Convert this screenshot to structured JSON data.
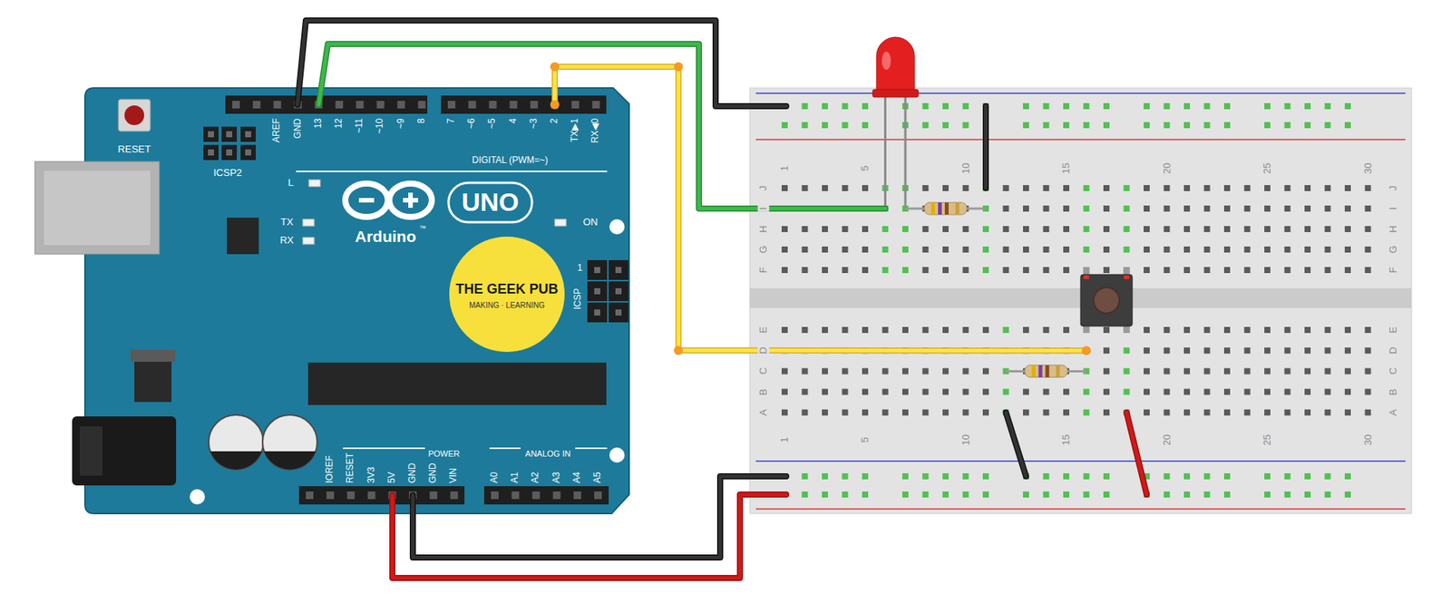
{
  "diagram": {
    "labels": [
      "RESET",
      "ICSP2",
      "AREF",
      "GND",
      "13",
      "12",
      "~11",
      "~10",
      "~9",
      "8",
      "7",
      "~6",
      "~5",
      "4",
      "~3",
      "2",
      "TX▶1",
      "RX◀0",
      "DIGITAL (PWM=~)",
      "L",
      "TX",
      "RX",
      "UNO",
      "Arduino",
      "™",
      "ON",
      "THE GEEK PUB",
      "MAKING · LEARNING",
      "ICSP",
      "1",
      "IOREF",
      "RESET",
      "3V3",
      "5V",
      "GND",
      "GND",
      "VIN",
      "POWER",
      "ANALOG IN",
      "A0",
      "A1",
      "A2",
      "A3",
      "A4",
      "A5",
      "1",
      "5",
      "10",
      "15",
      "20",
      "25",
      "30",
      "1",
      "5",
      "10",
      "15",
      "20",
      "25",
      "30",
      "J",
      "I",
      "H",
      "G",
      "F",
      "E",
      "D",
      "C",
      "B",
      "A",
      "J",
      "I",
      "H",
      "G",
      "F",
      "E",
      "D",
      "C",
      "B",
      "A"
    ]
  }
}
